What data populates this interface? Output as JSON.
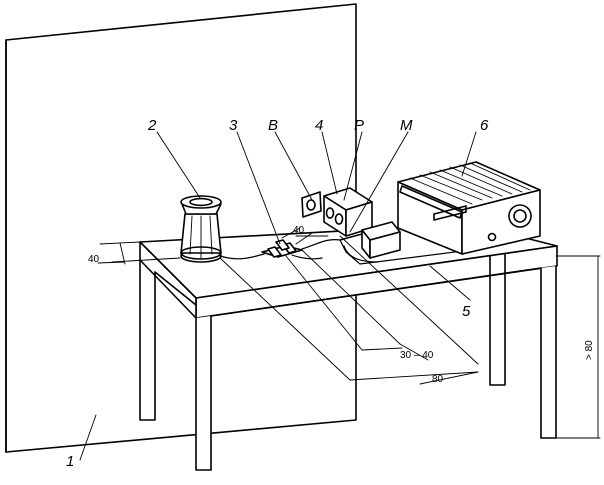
{
  "labels": {
    "wall": "1",
    "speaker": "2",
    "item3": "3",
    "B": "B",
    "item4": "4",
    "P": "P",
    "M": "M",
    "item5": "5",
    "item6": "6"
  },
  "dimensions": {
    "edge_left": "40",
    "edge_mid": "40",
    "distance_short": "30 – 40",
    "distance_long": "80",
    "height": "> 80"
  }
}
